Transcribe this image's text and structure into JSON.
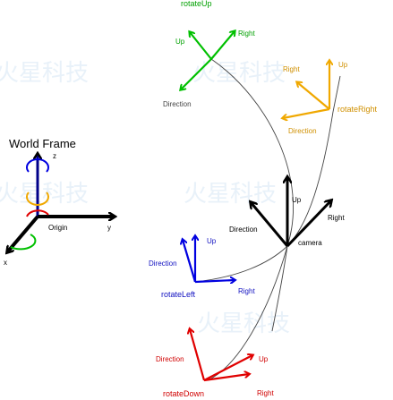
{
  "colors": {
    "green": "#00c000",
    "orange": "#f0a800",
    "blue": "#0000e0",
    "red": "#e00000",
    "black": "#000000",
    "text_green": "#00a000",
    "text_orange": "#d09000",
    "text_blue": "#1010c0",
    "text_red": "#d00000"
  },
  "world_frame": {
    "title": "World Frame",
    "z_label": "z",
    "y_label": "y",
    "x_label": "x",
    "origin_label": "Origin"
  },
  "rotate_up": {
    "name": "rotateUp",
    "up": "Up",
    "right": "Right",
    "direction": "Direction"
  },
  "rotate_right": {
    "name": "rotateRight",
    "up": "Up",
    "right": "Right",
    "direction": "Direction"
  },
  "camera": {
    "name": "camera",
    "up": "Up",
    "right": "Right",
    "direction": "Direction"
  },
  "rotate_left": {
    "name": "rotateLeft",
    "up": "Up",
    "right": "Right",
    "direction": "Direction"
  },
  "rotate_down": {
    "name": "rotateDown",
    "up": "Up",
    "right": "Right",
    "direction": "Direction"
  },
  "watermark": "火星科技"
}
